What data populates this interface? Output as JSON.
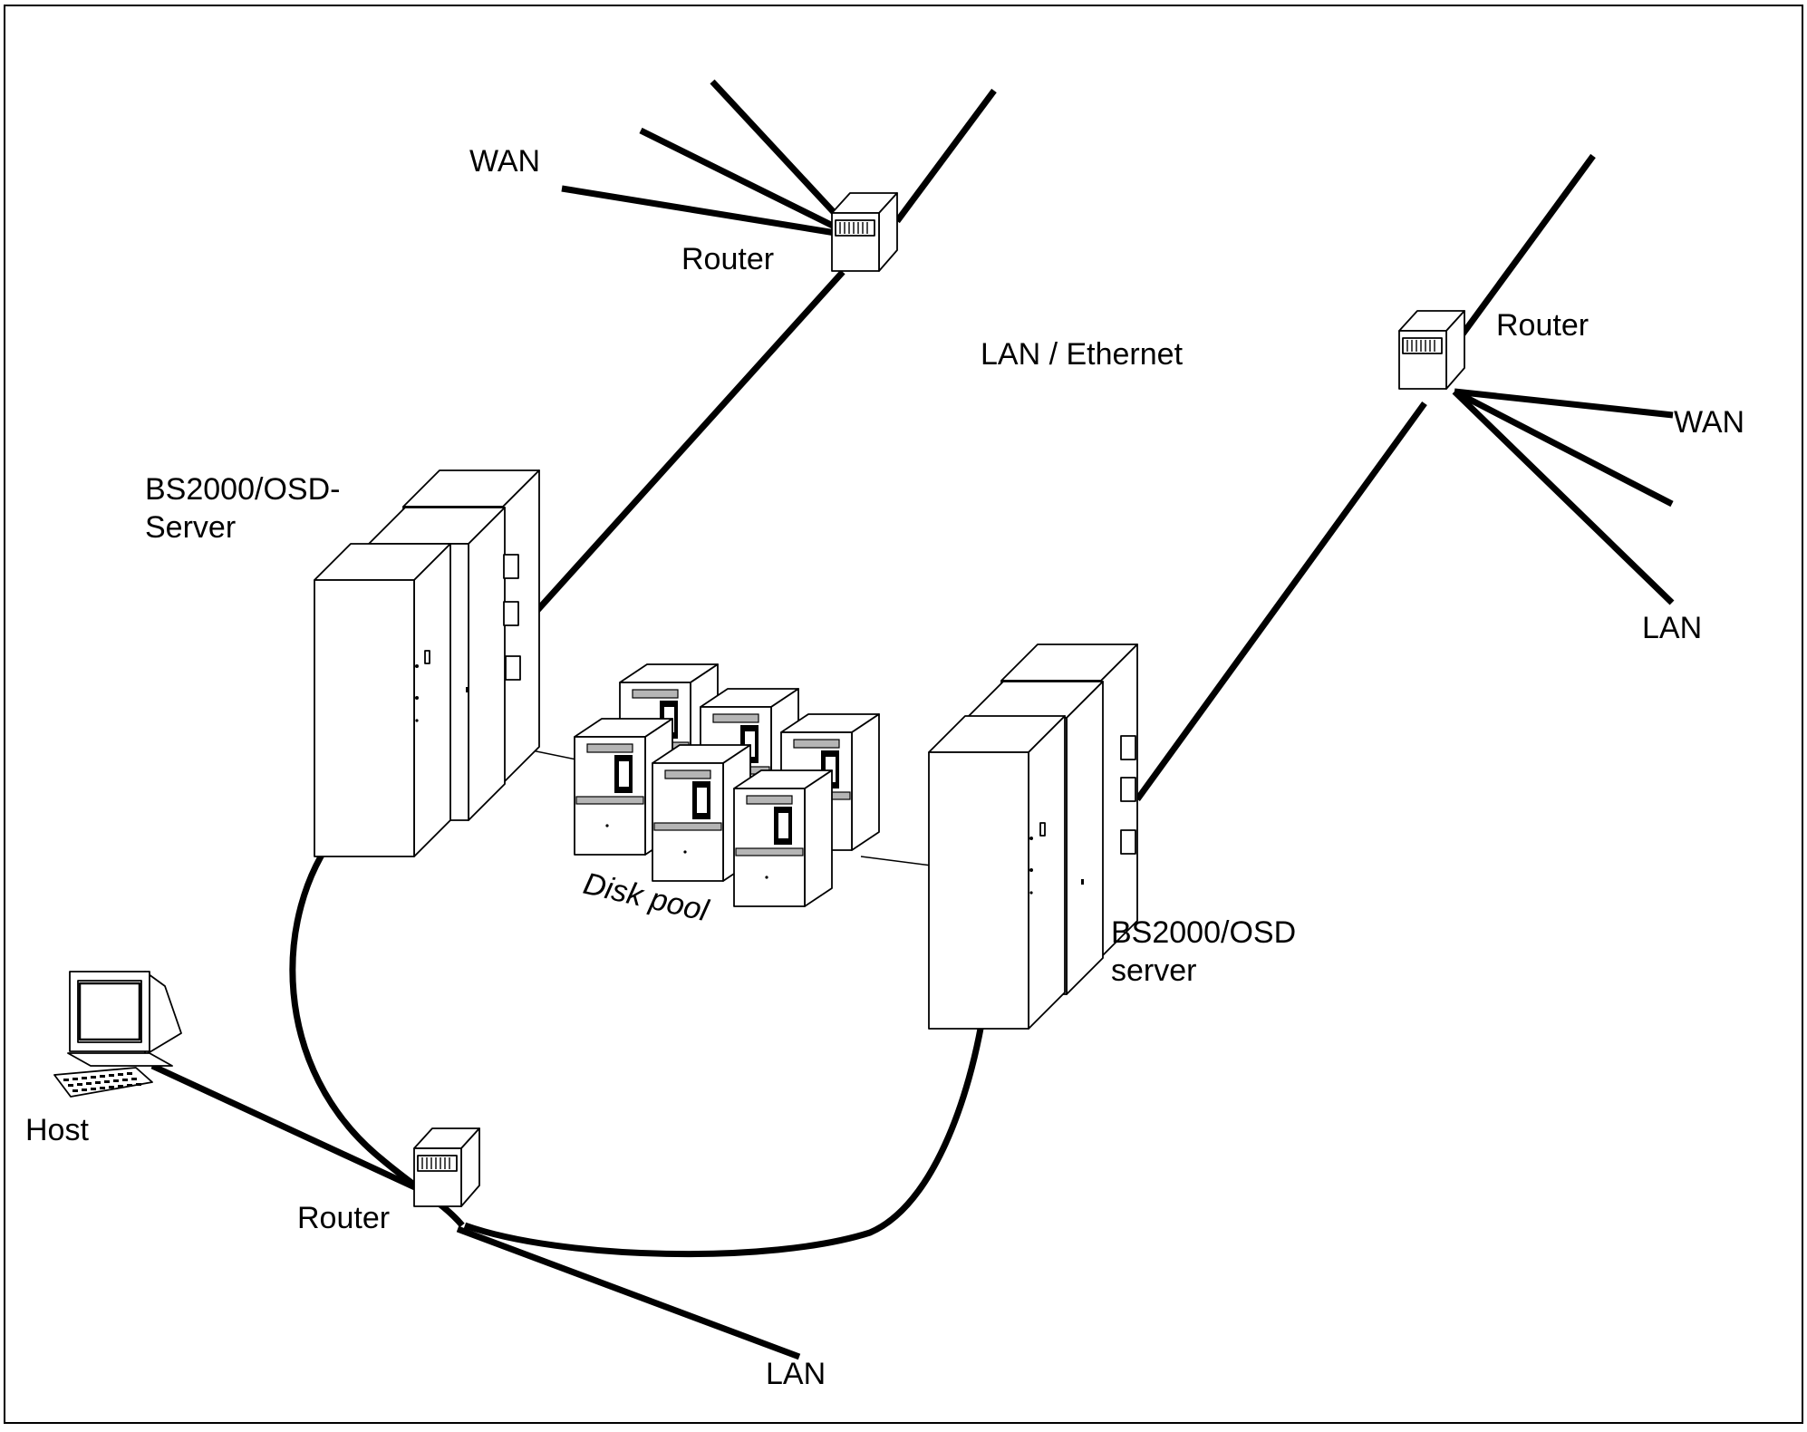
{
  "labels": {
    "wan_top": "WAN",
    "router_top": "Router",
    "lan_ethernet": "LAN / Ethernet",
    "router_right": "Router",
    "wan_right": "WAN",
    "lan_right": "LAN",
    "server_left_line1": "BS2000/OSD-",
    "server_left_line2": "Server",
    "disk_pool": "Disk pool",
    "server_right_line1": "BS2000/OSD",
    "server_right_line2": "server",
    "host": "Host",
    "router_bottom": "Router",
    "lan_bottom": "LAN"
  },
  "icons": {
    "router": "router-icon",
    "server": "server-cabinet-icon",
    "disk": "disk-unit-icon",
    "host": "computer-workstation-icon"
  }
}
